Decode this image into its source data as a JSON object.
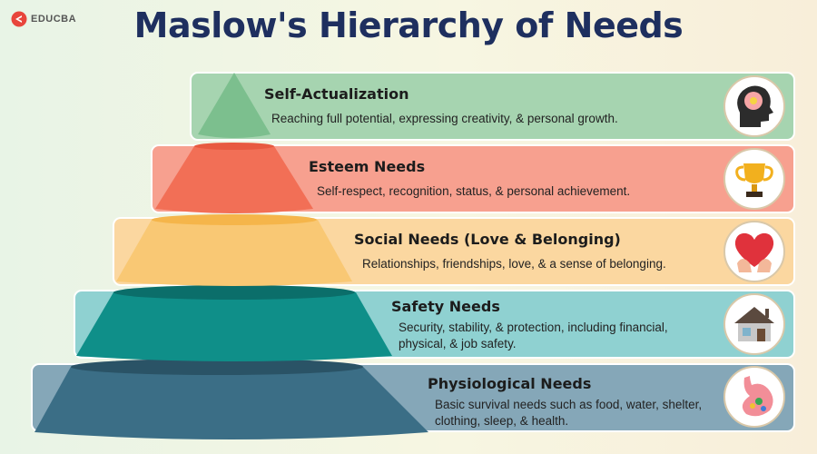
{
  "header": {
    "logo_text": "EDUCBA",
    "title": "Maslow's Hierarchy of Needs"
  },
  "levels": [
    {
      "title": "Self-Actualization",
      "description": "Reaching full potential, expressing creativity, & personal growth.",
      "icon": "brain-lightbulb-icon",
      "band_color": "#a6d4b0",
      "shape_color": "#7cbf8e"
    },
    {
      "title": "Esteem Needs",
      "description": "Self-respect, recognition, status, & personal achievement.",
      "icon": "trophy-icon",
      "band_color": "#f7a08f",
      "shape_color": "#f26f56"
    },
    {
      "title": "Social Needs (Love & Belonging)",
      "description": "Relationships, friendships, love, & a sense of belonging.",
      "icon": "heart-hands-icon",
      "band_color": "#fbd7a0",
      "shape_color": "#f9c874"
    },
    {
      "title": "Safety Needs",
      "description": "Security, stability, & protection, including financial, physical, & job safety.",
      "icon": "house-icon",
      "band_color": "#8fd1d1",
      "shape_color": "#0f8f89"
    },
    {
      "title": "Physiological Needs",
      "description": "Basic survival needs such as food, water, shelter, clothing, sleep, & health.",
      "icon": "stomach-food-icon",
      "band_color": "#85a7b8",
      "shape_color": "#3b6e86"
    }
  ]
}
